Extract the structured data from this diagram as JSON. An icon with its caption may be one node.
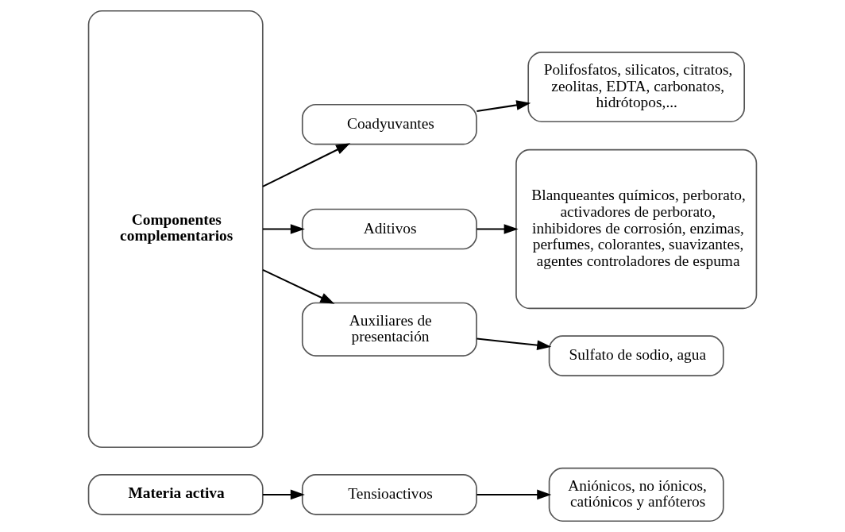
{
  "diagram": {
    "nodes": [
      {
        "text": [
          "Materia activa"
        ]
      },
      {
        "text": [
          "Tensioactivos"
        ]
      },
      {
        "text": [
          "Aniónicos, no iónicos, catiónicos y anfóteros"
        ]
      },
      {
        "text": [
          "Componentes complementarios"
        ]
      },
      {
        "text": [
          "Coadyuvantes"
        ]
      },
      {
        "text": [
          "Polifosfatos, silicatos, citratos, zeolitas, EDTA, carbonatos, hidrótopos,..."
        ]
      },
      {
        "text": [
          "Aditivos"
        ]
      },
      {
        "text": [
          "Blanqueantes químicos, perborato, activadores de perborato, inhibidores de corrosión, enzimas, perfumes, colorantes, suavizantes, agentes controladores de espuma"
        ]
      },
      {
        "text": [
          "Auxiliares de presentación"
        ]
      },
      {
        "text": [
          "Sulfato de sodio, agua"
        ]
      }
    ],
    "edges": [
      {
        "from": 0,
        "to": 1,
        "arrow": "to"
      },
      {
        "from": 1,
        "to": 2,
        "arrow": "to"
      },
      {
        "from": 3,
        "to": 4,
        "arrow": "to"
      },
      {
        "from": 4,
        "to": 5,
        "arrow": "to"
      },
      {
        "from": 3,
        "to": 6,
        "arrow": "to"
      },
      {
        "from": 6,
        "to": 7,
        "arrow": "to"
      },
      {
        "from": 3,
        "to": 8,
        "arrow": "to"
      },
      {
        "from": 8,
        "to": 9,
        "arrow": "to"
      }
    ]
  }
}
